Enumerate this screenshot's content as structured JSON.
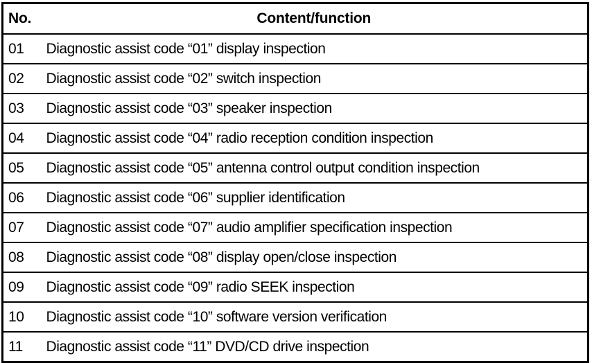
{
  "table": {
    "columns": [
      {
        "key": "no",
        "header": "No."
      },
      {
        "key": "content",
        "header": "Content/function"
      }
    ],
    "rows": [
      {
        "no": "01",
        "content": "Diagnostic assist code “01” display inspection"
      },
      {
        "no": "02",
        "content": "Diagnostic assist code “02” switch inspection"
      },
      {
        "no": "03",
        "content": "Diagnostic assist code “03” speaker inspection"
      },
      {
        "no": "04",
        "content": "Diagnostic assist code “04” radio reception condition inspection"
      },
      {
        "no": "05",
        "content": "Diagnostic assist code “05” antenna control output condition inspection"
      },
      {
        "no": "06",
        "content": "Diagnostic assist code “06” supplier identification"
      },
      {
        "no": "07",
        "content": "Diagnostic assist code “07” audio amplifier specification inspection"
      },
      {
        "no": "08",
        "content": "Diagnostic assist code “08” display open/close inspection"
      },
      {
        "no": "09",
        "content": "Diagnostic assist code “09” radio SEEK inspection"
      },
      {
        "no": "10",
        "content": "Diagnostic assist code “10” software version verification"
      },
      {
        "no": "11",
        "content": "Diagnostic assist code “11” DVD/CD drive inspection"
      }
    ]
  },
  "style": {
    "background": "#ffffff",
    "text": "#000000",
    "border": "#000000"
  }
}
